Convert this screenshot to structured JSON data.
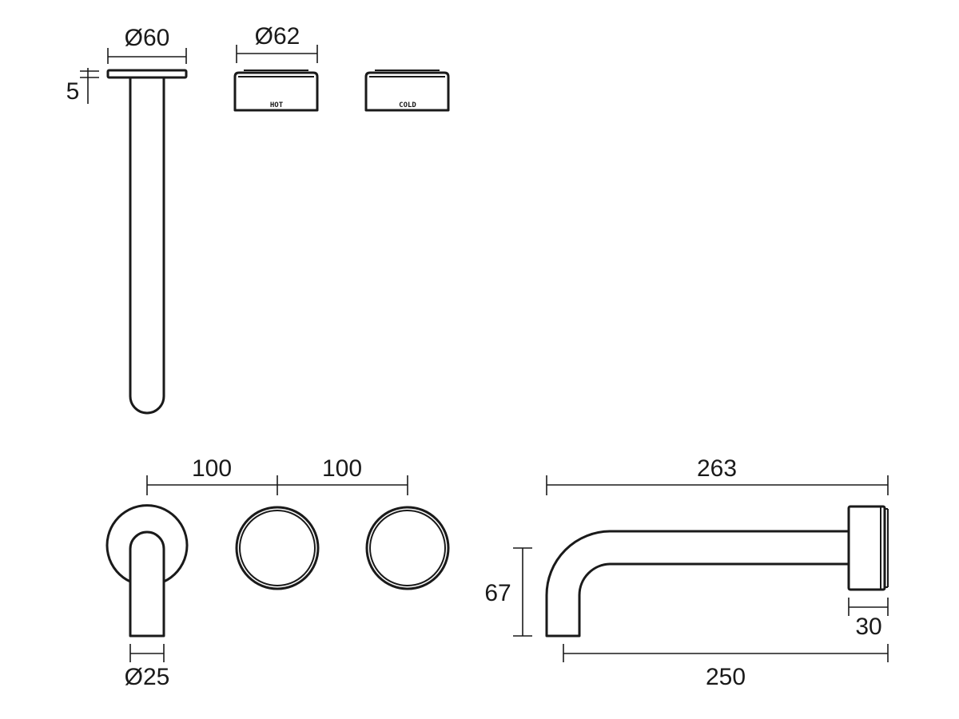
{
  "diagram": {
    "dimensions": {
      "flange_diameter": "Ø60",
      "handle_diameter": "Ø62",
      "flange_thickness": "5",
      "spacing_left": "100",
      "spacing_right": "100",
      "spout_diameter": "Ø25",
      "overall_length": "263",
      "height": "67",
      "spout_length": "250",
      "flange_depth": "30"
    },
    "labels": {
      "hot": "HOT",
      "cold": "COLD"
    }
  }
}
